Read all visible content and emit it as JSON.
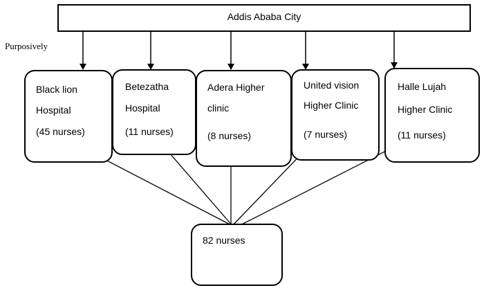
{
  "diagram": {
    "top_label": "Addis Ababa City",
    "side_label": "Purposively",
    "facilities": [
      {
        "lines": [
          "Black lion",
          "Hospital",
          "(45 nurses)"
        ]
      },
      {
        "lines": [
          "Betezatha",
          "Hospital",
          "(11 nurses)"
        ]
      },
      {
        "lines": [
          "Adera Higher",
          "clinic",
          "(8 nurses)"
        ]
      },
      {
        "lines": [
          "United vision",
          "Higher Clinic",
          "(7 nurses)"
        ]
      },
      {
        "lines": [
          "Halle Lujah",
          "Higher Clinic",
          " (11 nurses)"
        ]
      }
    ],
    "total_label": "82 nurses"
  },
  "colors": {
    "stroke": "#000000",
    "background": "#ffffff"
  }
}
